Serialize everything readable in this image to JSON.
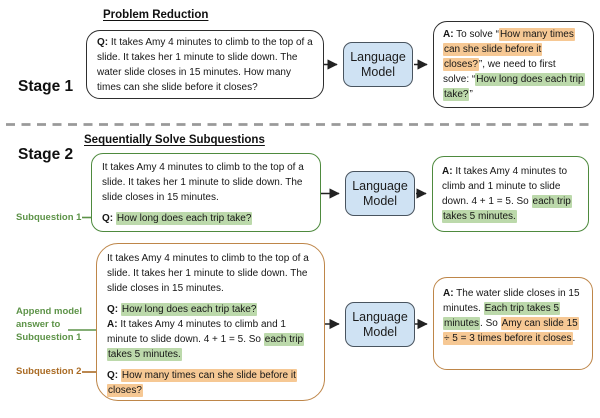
{
  "colors": {
    "highlight_green": "#bcd9ab",
    "highlight_orange": "#f6c894",
    "green_border": "#4e8a3e",
    "orange_border": "#be8649",
    "green_label": "#5d9348",
    "orange_label": "#aa6b24",
    "lm_fill": "#cfe2f3",
    "lm_border": "#49545f",
    "box_border": "#2e2e2e",
    "arrow": "#222222",
    "divider": "#9a9a9a",
    "text": "#161616"
  },
  "stage1": {
    "label": "Stage 1",
    "header": "Problem Reduction",
    "lm_label": "Language Model",
    "question": [
      [
        {
          "t": "Q:",
          "b": 1
        },
        {
          "t": " It takes Amy 4 minutes to climb to the top of a slide. It takes her 1 minute to slide down. The water slide closes in 15 minutes. How many times can she slide before it closes?"
        }
      ]
    ],
    "answer": [
      [
        {
          "t": "A:",
          "b": 1
        },
        {
          "t": " To solve “"
        },
        {
          "t": "How many times can she slide before it closes?",
          "hl": "orange"
        },
        {
          "t": "”, we need to first solve: “"
        },
        {
          "t": "How long does each trip take?",
          "hl": "green"
        },
        {
          "t": "”"
        }
      ]
    ]
  },
  "stage2": {
    "label": "Stage 2",
    "header": "Sequentially Solve Subquestions",
    "sub1": {
      "side_label": "Subquestion 1",
      "lm_label": "Language Model",
      "question": [
        [
          {
            "t": "It takes Amy 4 minutes to climb to the top of a slide. It takes her 1 minute to slide down. The slide closes in 15 minutes."
          }
        ],
        [
          {
            "t": "Q:",
            "b": 1
          },
          {
            "t": " "
          },
          {
            "t": "How long does each trip take?",
            "hl": "green"
          }
        ]
      ],
      "answer": [
        [
          {
            "t": "A:",
            "b": 1
          },
          {
            "t": " It takes Amy 4 minutes to climb and 1 minute to slide down. 4 + 1 = 5. So "
          },
          {
            "t": "each trip takes 5 minutes.",
            "hl": "green"
          }
        ]
      ]
    },
    "sub2": {
      "append_label": "Append model answer to Subquestion 1",
      "side_label": "Subquestion 2",
      "lm_label": "Language Model",
      "question": [
        [
          {
            "t": "It takes Amy 4 minutes to climb to the top of a slide. It takes her 1 minute to slide down. The slide closes in 15 minutes."
          }
        ],
        [
          {
            "t": "Q:",
            "b": 1
          },
          {
            "t": " "
          },
          {
            "t": "How long does each trip take?",
            "hl": "green"
          },
          {
            "br": 1
          },
          {
            "t": "A:",
            "b": 1
          },
          {
            "t": " It takes Amy 4 minutes to climb and 1 minute to slide down. 4 + 1 = 5. So "
          },
          {
            "t": "each trip takes 5 minutes.",
            "hl": "green"
          }
        ],
        [
          {
            "t": "Q:",
            "b": 1
          },
          {
            "t": " "
          },
          {
            "t": "How many times can she slide before it closes?",
            "hl": "orange"
          }
        ]
      ],
      "answer": [
        [
          {
            "t": "A:",
            "b": 1
          },
          {
            "t": " The water slide closes in 15 minutes. "
          },
          {
            "t": "Each trip takes 5 minutes",
            "hl": "green"
          },
          {
            "t": ". So "
          },
          {
            "t": "Amy can slide 15 ÷ 5 = 3 times before it closes",
            "hl": "orange"
          },
          {
            "t": "."
          }
        ]
      ]
    }
  }
}
